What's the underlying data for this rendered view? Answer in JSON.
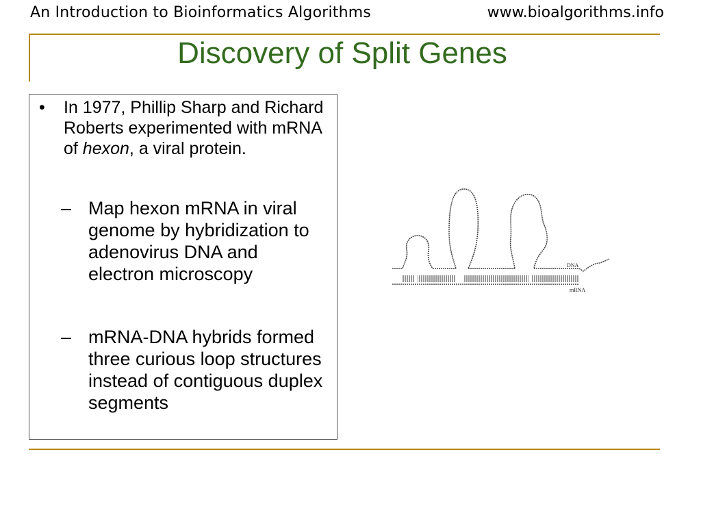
{
  "header": {
    "course": "An Introduction to Bioinformatics Algorithms",
    "website": "www.bioalgorithms.info"
  },
  "slide": {
    "title": "Discovery of Split Genes",
    "bullet": {
      "marker": "•",
      "text_before": "In 1977, Phillip Sharp and Richard Roberts experimented with mRNA of ",
      "italic": "hexon",
      "text_after": ", a viral protein."
    },
    "subbullets": [
      {
        "marker": "–",
        "text": "Map hexon mRNA in viral genome by hybridization to adenovirus DNA and electron microscopy"
      },
      {
        "marker": "–",
        "text": "mRNA-DNA hybrids formed three curious loop structures instead of contiguous duplex segments"
      }
    ]
  },
  "figure": {
    "dna_label": "DNA",
    "mrna_label": "mRNA"
  },
  "colors": {
    "title": "#336b1e",
    "rule": "#b8860b"
  }
}
